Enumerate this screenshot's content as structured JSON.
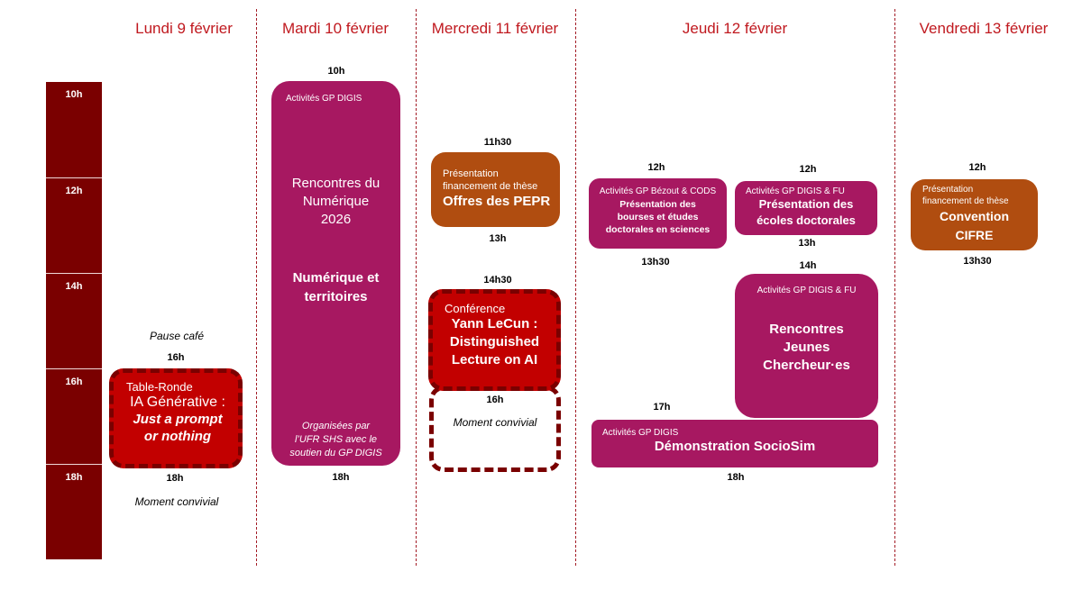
{
  "colors": {
    "title_red": "#c0191f",
    "timebar": "#7a0000",
    "purple": "#a71861",
    "orange": "#b04d10",
    "red": "#c20000",
    "dash_border": "#7a0000"
  },
  "days": [
    {
      "label": "Lundi 9 février"
    },
    {
      "label": "Mardi 10 février"
    },
    {
      "label": "Mercredi 11 février"
    },
    {
      "label": "Jeudi 12 février"
    },
    {
      "label": "Vendredi 13 février"
    }
  ],
  "timeline": [
    "10h",
    "12h",
    "14h",
    "16h",
    "18h"
  ],
  "monday": {
    "pause": "Pause café",
    "start": "16h",
    "end": "18h",
    "event": {
      "kind": "Table-Ronde",
      "title": "IA Générative :",
      "subtitle_line1": "Just a prompt",
      "subtitle_line2": "or nothing"
    },
    "after": "Moment convivial"
  },
  "tuesday": {
    "start": "10h",
    "end": "18h",
    "event": {
      "org": "Activités GP DIGIS",
      "title_line1": "Rencontres du",
      "title_line2": "Numérique",
      "title_line3": "2026",
      "theme_line1": "Numérique et",
      "theme_line2": "territoires",
      "footer_line1": "Organisées par",
      "footer_line2": "l’UFR SHS avec le",
      "footer_line3": "soutien du GP DIGIS"
    }
  },
  "wednesday": {
    "pepr": {
      "start": "11h30",
      "end": "13h",
      "line1": "Présentation",
      "line2": "financement de thèse",
      "title": "Offres des PEPR"
    },
    "conference": {
      "start": "14h30",
      "kind": "Conférence",
      "title_line1": "Yann LeCun :",
      "title_line2": "Distinguished",
      "title_line3": "Lecture on AI"
    },
    "convivial": {
      "start": "16h",
      "label": "Moment convivial"
    }
  },
  "thursday": {
    "bourses": {
      "start": "12h",
      "end": "13h30",
      "org": "Activités GP Bézout & CODS",
      "line1": "Présentation des",
      "line2": "bourses et études",
      "line3": "doctorales en sciences"
    },
    "ecoles": {
      "start": "12h",
      "end": "13h",
      "org": "Activités GP DIGIS & FU",
      "line1": "Présentation des",
      "line2": "écoles doctorales"
    },
    "jeunes": {
      "start": "14h",
      "org": "Activités GP DIGIS & FU",
      "line1": "Rencontres",
      "line2": "Jeunes",
      "line3": "Chercheur·es"
    },
    "sociosim": {
      "start": "17h",
      "end": "18h",
      "org": "Activités GP DIGIS",
      "title": "Démonstration SocioSim"
    }
  },
  "friday": {
    "cifre": {
      "start": "12h",
      "end": "13h30",
      "line1": "Présentation",
      "line2": "financement de thèse",
      "title_line1": "Convention",
      "title_line2": "CIFRE"
    }
  }
}
